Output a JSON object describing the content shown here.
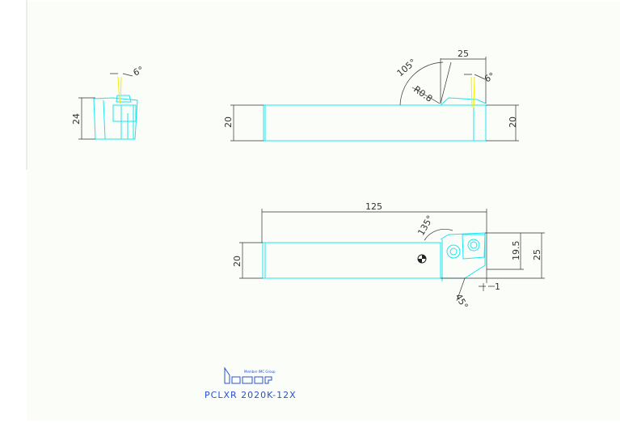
{
  "drawing": {
    "colors": {
      "outline": "#19e6f0",
      "dimension": "#333333",
      "centerline": "#f0f000",
      "title": "#2a4fd6"
    },
    "end_view": {
      "height_dim": "24",
      "angle_dim": "6°"
    },
    "side_view": {
      "height_left": "20",
      "height_right": "20",
      "length_dim": "25",
      "angle_dim": "105°",
      "radius_dim": "R0.8",
      "clearance_angle": "6°"
    },
    "top_view": {
      "length_dim": "125",
      "shank_width": "20",
      "approach_angle": "135°",
      "lead_angle": "45°",
      "offset_dim": "19.5",
      "total_width": "25",
      "overhang": "1"
    },
    "logo": {
      "text": "Iscar",
      "tagline": "Member IMC Group"
    },
    "part_number": "PCLXR 2020K-12X"
  }
}
